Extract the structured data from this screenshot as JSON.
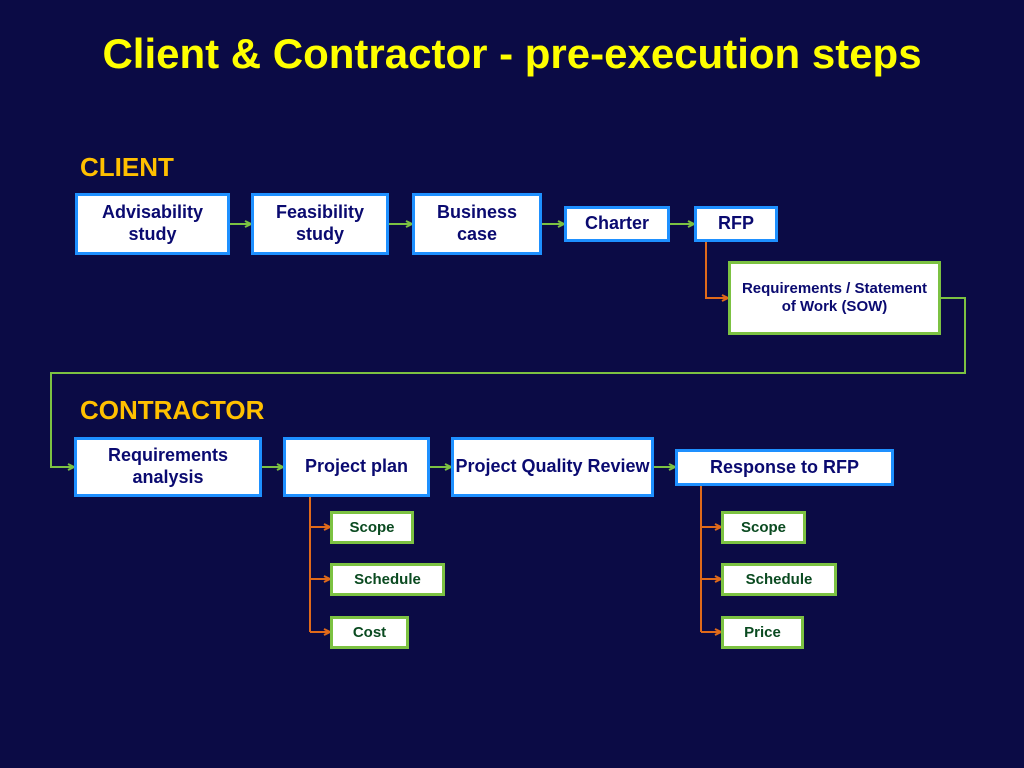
{
  "title": "Client & Contractor - pre-execution steps",
  "client": {
    "label": "CLIENT",
    "steps": [
      "Advisability study",
      "Feasibility study",
      "Business case",
      "Charter",
      "RFP"
    ],
    "requirements": "Requirements / Statement of Work (SOW)"
  },
  "contractor": {
    "label": "CONTRACTOR",
    "steps": [
      "Requirements analysis",
      "Project plan",
      "Project Quality Review",
      "Response to RFP"
    ],
    "plan_items": [
      "Scope",
      "Schedule",
      "Cost"
    ],
    "response_items": [
      "Scope",
      "Schedule",
      "Price"
    ]
  },
  "colors": {
    "background": "#0b0b45",
    "title": "#ffff00",
    "section_label": "#ffc000",
    "box_border_blue": "#1e90ff",
    "box_border_green": "#7cc242",
    "arrow_green": "#7cc242",
    "arrow_orange": "#e06a1a"
  }
}
